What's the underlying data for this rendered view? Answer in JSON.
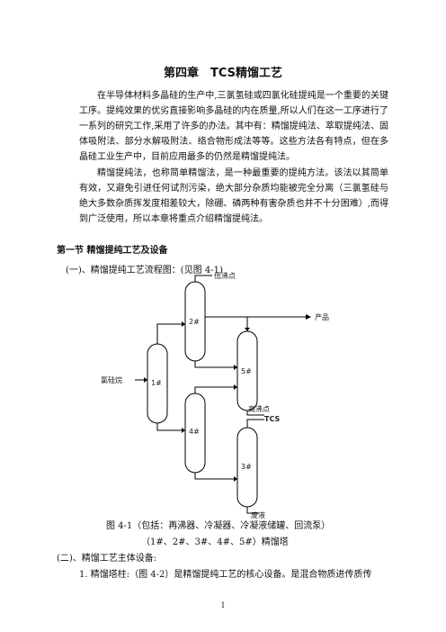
{
  "chapter_title": "第四章　TCS精馏工艺",
  "paragraphs": [
    "在半导体材料多晶硅的生产中,三氯氢硅或四氯化硅提纯是一个重要的关键工序。提纯效果的优劣直接影响多晶硅的内在质量,所以人们在这一工序进行了一系列的研究工作,采用了许多的办法。其中有：精馏提纯法、萃取提纯法、固体吸附法、部分水解吸附法、络合物形成法等等。这些方法各有特点，但在多晶硅工业生产中，目前应用最多的仍然是精馏提纯法。",
    "精馏提纯法，也称简单精馏法，是一种最重要的提纯方法。该法以其简单有效，又避免引进任何试剂污染，绝大部分杂质均能被完全分离（三氯氢硅与绝大多数杂质挥发度相差较大，除硼、磷两种有害杂质也并不十分困难）,而得到广泛使用，所以本章将重点介绍精馏提纯法。"
  ],
  "section_title": "第一节  精馏提纯工艺及设备",
  "sub1": "(一)、精馏提纯工艺流程图：(见图 4-1)",
  "diagram": {
    "labels": {
      "low_boiling": "低沸点",
      "product": "产品",
      "chlorosilane": "氯硅烷",
      "high_boiling": "高沸点",
      "tcs": "TCS",
      "waste": "废液"
    },
    "towers": [
      "1#",
      "2#",
      "3#",
      "4#",
      "5#"
    ]
  },
  "caption_line1": "图 4-1（包括：再沸器、冷凝器、冷凝液储罐、回流泵）",
  "caption_line2": "（1#、2#、3#、4#、5#）精馏塔",
  "sub2": "(二)、精馏工艺主体设备:",
  "item1": "1. 精馏塔柱:（图 4-2）是精馏提纯工艺的核心设备。是混合物质进传质传",
  "page_number": "1"
}
